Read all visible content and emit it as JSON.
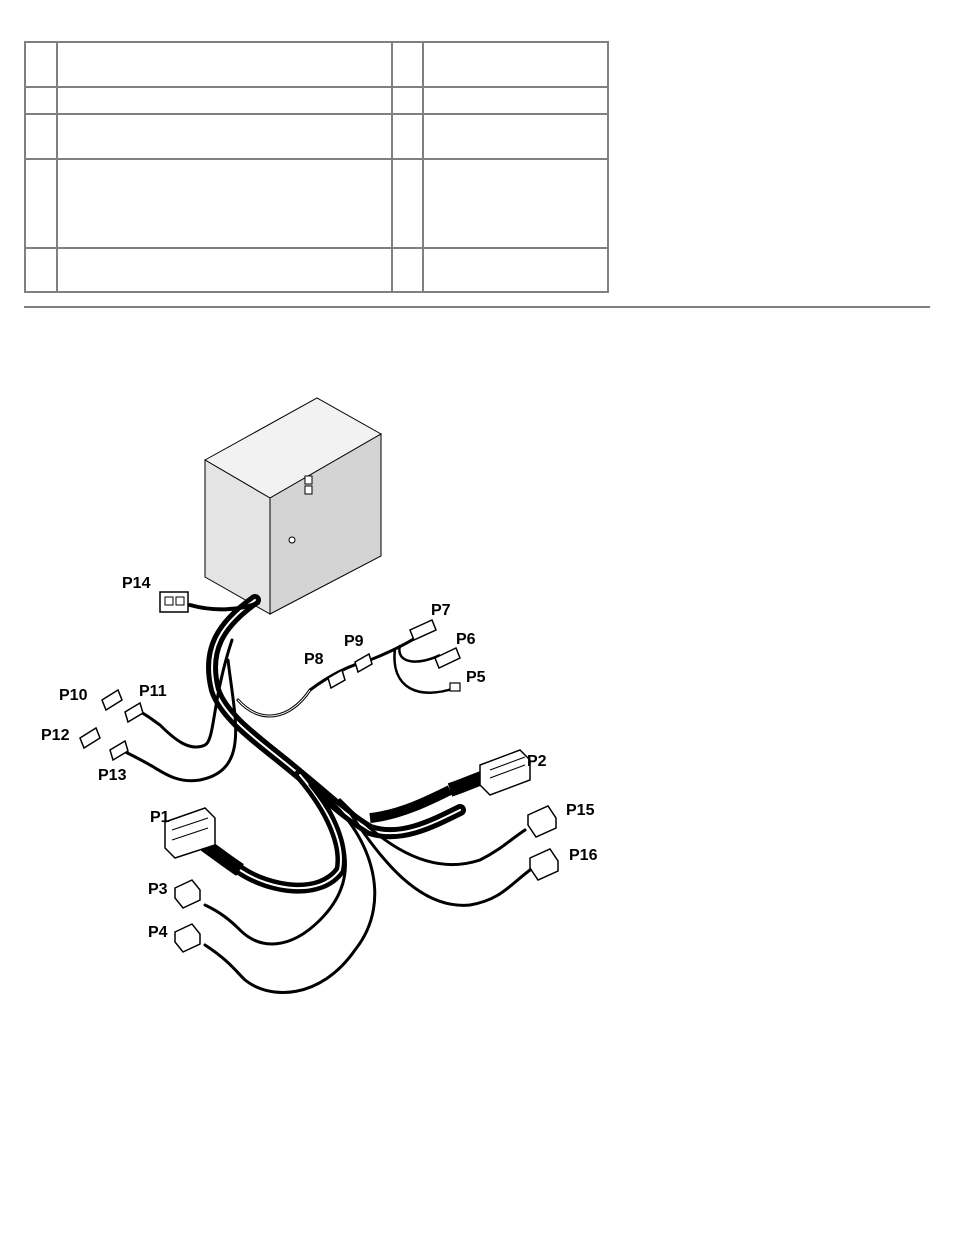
{
  "table": {
    "rows": [
      {
        "c1": "",
        "c2": "",
        "c3": "",
        "c4": ""
      },
      {
        "c1": "",
        "c2": "",
        "c3": "",
        "c4": ""
      },
      {
        "c1": "",
        "c2": "",
        "c3": "",
        "c4": ""
      },
      {
        "c1": "",
        "c2": "",
        "c3": "",
        "c4": ""
      },
      {
        "c1": "",
        "c2": "",
        "c3": "",
        "c4": ""
      }
    ]
  },
  "diagram": {
    "labels": {
      "p1": "P1",
      "p2": "P2",
      "p3": "P3",
      "p4": "P4",
      "p5": "P5",
      "p6": "P6",
      "p7": "P7",
      "p8": "P8",
      "p9": "P9",
      "p10": "P10",
      "p11": "P11",
      "p12": "P12",
      "p13": "P13",
      "p14": "P14",
      "p15": "P15",
      "p16": "P16"
    }
  }
}
